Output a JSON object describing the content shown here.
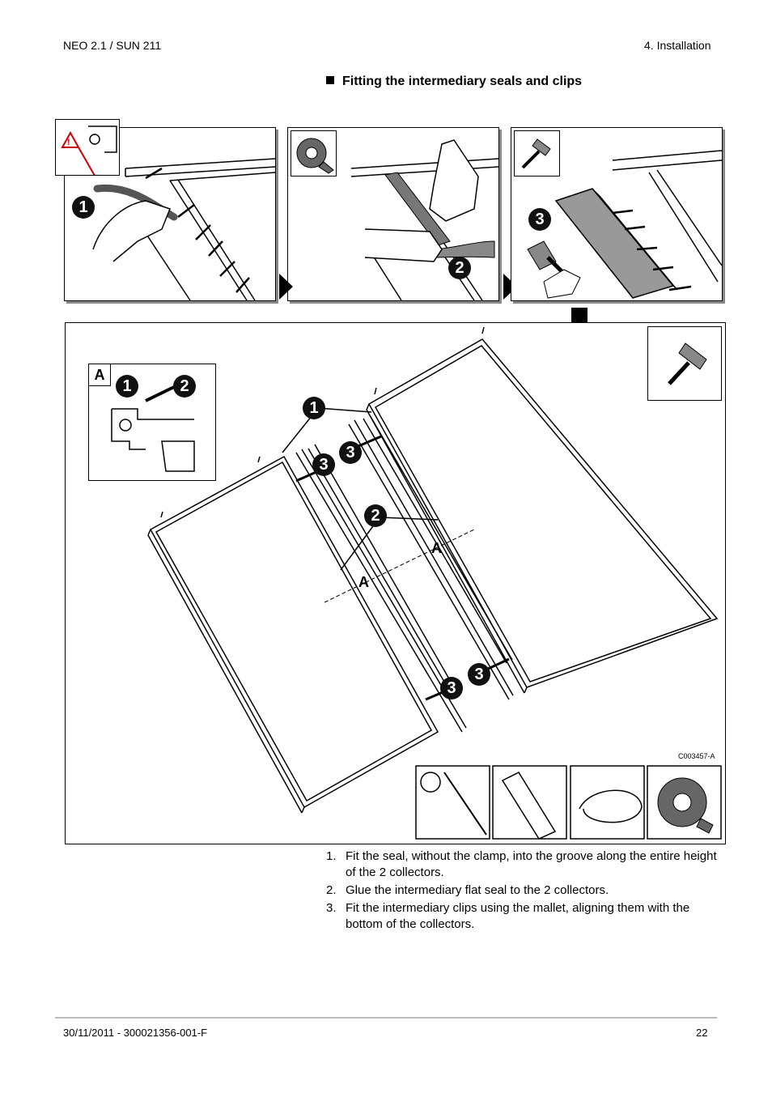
{
  "header": {
    "left": "NEO 2.1 / SUN 211",
    "right": "4.  Installation"
  },
  "section": {
    "title": "Fitting the intermediary seals and clips"
  },
  "figure": {
    "code": "C003457-A",
    "callouts": {
      "one": "1",
      "two": "2",
      "three": "3",
      "a": "A"
    }
  },
  "steps": [
    {
      "num": "1.",
      "text": "Fit the seal, without the clamp, into the groove along the entire height of the 2 collectors."
    },
    {
      "num": "2.",
      "text": "Glue the intermediary flat seal to the 2 collectors."
    },
    {
      "num": "3.",
      "text": "Fit the intermediary clips using the mallet, aligning them with the bottom of the collectors."
    }
  ],
  "footer": {
    "left": "30/11/2011  - 300021356-001-F",
    "right": "22"
  }
}
